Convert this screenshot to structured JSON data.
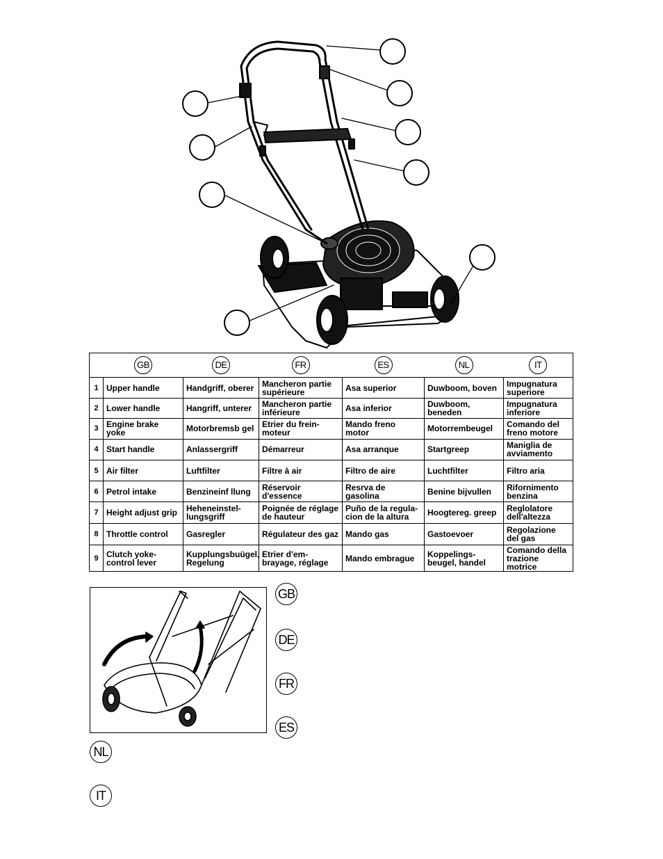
{
  "columns": [
    "GB",
    "DE",
    "FR",
    "ES",
    "NL",
    "IT"
  ],
  "rows": [
    {
      "num": "1",
      "cells": [
        "Upper handle",
        "Handgriff, oberer",
        "Mancheron partie supérieure",
        "Asa superior",
        "Duwboom, boven",
        "Impugnatura superiore"
      ]
    },
    {
      "num": "2",
      "cells": [
        "Lower handle",
        "Hangriff, unterer",
        "Mancheron partie inférieure",
        "Asa inferior",
        "Duwboom, beneden",
        "Impugnatura inferiore"
      ]
    },
    {
      "num": "3",
      "cells": [
        "Engine brake yoke",
        "Motorbremsb gel",
        "Etrier du frein-moteur",
        "Mando freno motor",
        "Motorrembeugel",
        "Comando del freno motore"
      ]
    },
    {
      "num": "4",
      "cells": [
        "Start handle",
        "Anlassergriff",
        "Démarreur",
        "Asa arranque",
        "Startgreep",
        "Maniglia de avviamento"
      ]
    },
    {
      "num": "5",
      "cells": [
        "Air filter",
        "Luftfilter",
        "Filtre à air",
        "Filtro de aire",
        "Luchtfilter",
        "Filtro aria"
      ]
    },
    {
      "num": "6",
      "cells": [
        "Petrol intake",
        "Benzineinf llung",
        "Réservoir d'essence",
        "Resrva de gasolina",
        "Benine bijvullen",
        "Rifornimento benzina"
      ]
    },
    {
      "num": "7",
      "cells": [
        "Height adjust grip",
        "Heheneinstel-lungsgriff",
        "Poignée de réglage de hauteur",
        "Puño de la regula-cion de la altura",
        "Hoogtereg. greep",
        "Reglolatore dell'altezza"
      ]
    },
    {
      "num": "8",
      "cells": [
        "Throttle control",
        "Gasregler",
        "Régulateur des gaz",
        "Mando gas",
        "Gastoevoer",
        "Regolazione del gas"
      ]
    },
    {
      "num": "9",
      "cells": [
        "Clutch yoke-control lever",
        "Kupplungsbuügel, Regelung",
        "Etrier d'em-brayage, réglage",
        "Mando embrague",
        "Koppelings-beugel, handel",
        "Comando della trazione motrice"
      ]
    }
  ],
  "side_languages": [
    "GB",
    "DE",
    "FR",
    "ES"
  ],
  "bottom_languages": [
    "NL",
    "IT"
  ]
}
